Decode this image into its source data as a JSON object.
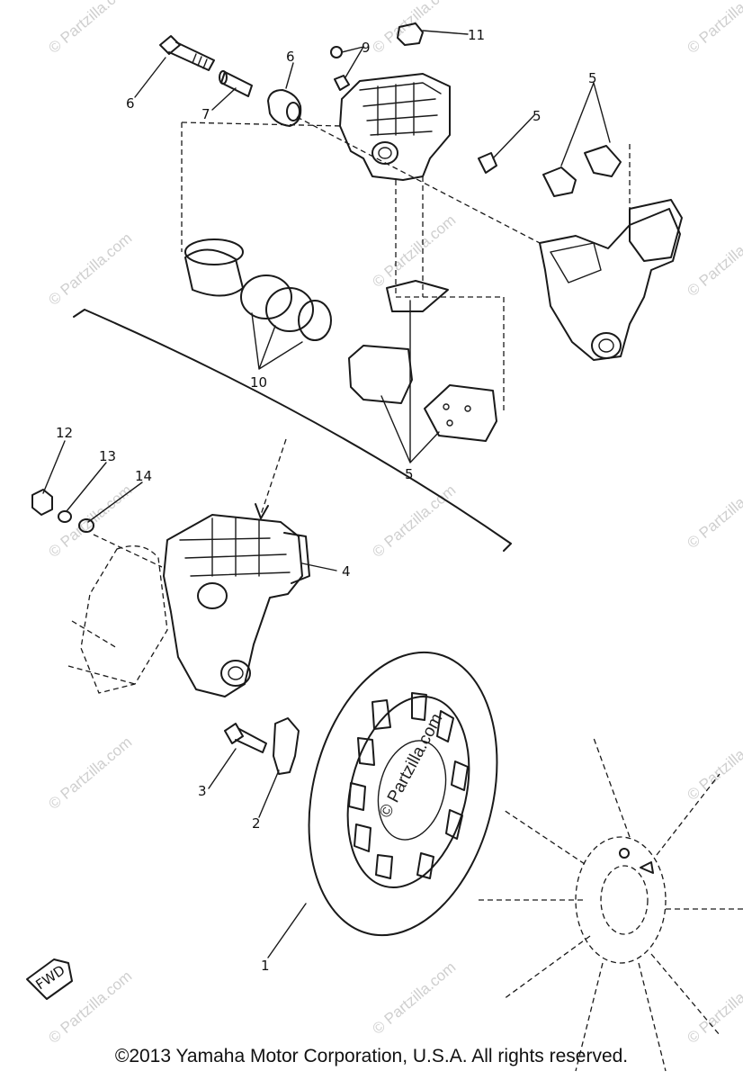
{
  "diagram": {
    "callouts": [
      {
        "id": "c1",
        "label": "1"
      },
      {
        "id": "c2",
        "label": "2"
      },
      {
        "id": "c3",
        "label": "3"
      },
      {
        "id": "c4",
        "label": "4"
      },
      {
        "id": "c5a",
        "label": "5"
      },
      {
        "id": "c5b",
        "label": "5"
      },
      {
        "id": "c5c",
        "label": "5"
      },
      {
        "id": "c6a",
        "label": "6"
      },
      {
        "id": "c6b",
        "label": "6"
      },
      {
        "id": "c7",
        "label": "7"
      },
      {
        "id": "c9",
        "label": "9"
      },
      {
        "id": "c10",
        "label": "10"
      },
      {
        "id": "c11",
        "label": "11"
      },
      {
        "id": "c12",
        "label": "12"
      },
      {
        "id": "c13",
        "label": "13"
      },
      {
        "id": "c14",
        "label": "14"
      }
    ],
    "fwd_label": "FWD",
    "watermark": "© Partzilla.com",
    "center_watermark": "© Partzilla.com"
  },
  "footer": {
    "copyright": "©2013  Yamaha Motor Corporation, U.S.A. All rights reserved."
  }
}
